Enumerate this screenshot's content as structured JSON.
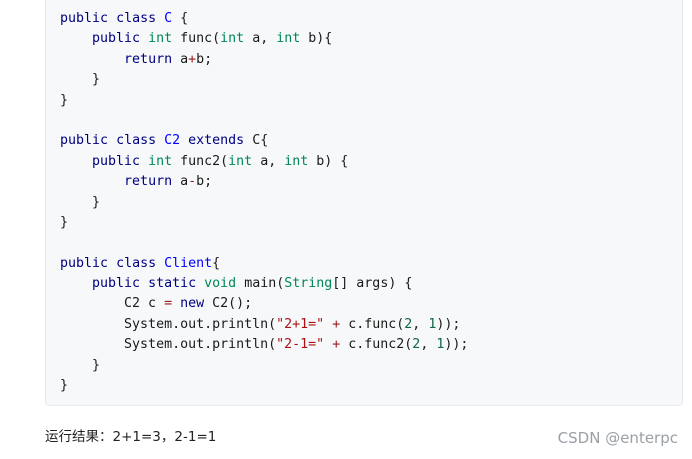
{
  "code_block": {
    "lines": [
      [
        {
          "t": "kw",
          "v": "public"
        },
        {
          "t": "plain",
          "v": " "
        },
        {
          "t": "kw",
          "v": "class"
        },
        {
          "t": "plain",
          "v": " "
        },
        {
          "t": "class",
          "v": "C"
        },
        {
          "t": "plain",
          "v": " {"
        }
      ],
      [
        {
          "t": "plain",
          "v": "    "
        },
        {
          "t": "kw",
          "v": "public"
        },
        {
          "t": "plain",
          "v": " "
        },
        {
          "t": "type",
          "v": "int"
        },
        {
          "t": "plain",
          "v": " func("
        },
        {
          "t": "type",
          "v": "int"
        },
        {
          "t": "plain",
          "v": " a, "
        },
        {
          "t": "type",
          "v": "int"
        },
        {
          "t": "plain",
          "v": " b){"
        }
      ],
      [
        {
          "t": "plain",
          "v": "        "
        },
        {
          "t": "kw",
          "v": "return"
        },
        {
          "t": "plain",
          "v": " a"
        },
        {
          "t": "op",
          "v": "+"
        },
        {
          "t": "plain",
          "v": "b;"
        }
      ],
      [
        {
          "t": "plain",
          "v": "    }"
        }
      ],
      [
        {
          "t": "plain",
          "v": "}"
        }
      ],
      [
        {
          "t": "plain",
          "v": ""
        }
      ],
      [
        {
          "t": "kw",
          "v": "public"
        },
        {
          "t": "plain",
          "v": " "
        },
        {
          "t": "kw",
          "v": "class"
        },
        {
          "t": "plain",
          "v": " "
        },
        {
          "t": "class",
          "v": "C2"
        },
        {
          "t": "plain",
          "v": " "
        },
        {
          "t": "kw",
          "v": "extends"
        },
        {
          "t": "plain",
          "v": " C{"
        }
      ],
      [
        {
          "t": "plain",
          "v": "    "
        },
        {
          "t": "kw",
          "v": "public"
        },
        {
          "t": "plain",
          "v": " "
        },
        {
          "t": "type",
          "v": "int"
        },
        {
          "t": "plain",
          "v": " func2("
        },
        {
          "t": "type",
          "v": "int"
        },
        {
          "t": "plain",
          "v": " a, "
        },
        {
          "t": "type",
          "v": "int"
        },
        {
          "t": "plain",
          "v": " b) {"
        }
      ],
      [
        {
          "t": "plain",
          "v": "        "
        },
        {
          "t": "kw",
          "v": "return"
        },
        {
          "t": "plain",
          "v": " a"
        },
        {
          "t": "op",
          "v": "-"
        },
        {
          "t": "plain",
          "v": "b;"
        }
      ],
      [
        {
          "t": "plain",
          "v": "    }"
        }
      ],
      [
        {
          "t": "plain",
          "v": "}"
        }
      ],
      [
        {
          "t": "plain",
          "v": ""
        }
      ],
      [
        {
          "t": "kw",
          "v": "public"
        },
        {
          "t": "plain",
          "v": " "
        },
        {
          "t": "kw",
          "v": "class"
        },
        {
          "t": "plain",
          "v": " "
        },
        {
          "t": "class",
          "v": "Client"
        },
        {
          "t": "plain",
          "v": "{"
        }
      ],
      [
        {
          "t": "plain",
          "v": "    "
        },
        {
          "t": "kw",
          "v": "public"
        },
        {
          "t": "plain",
          "v": " "
        },
        {
          "t": "kw",
          "v": "static"
        },
        {
          "t": "plain",
          "v": " "
        },
        {
          "t": "type",
          "v": "void"
        },
        {
          "t": "plain",
          "v": " main("
        },
        {
          "t": "type",
          "v": "String"
        },
        {
          "t": "plain",
          "v": "[] args) {"
        }
      ],
      [
        {
          "t": "plain",
          "v": "        C2 c "
        },
        {
          "t": "op",
          "v": "="
        },
        {
          "t": "plain",
          "v": " "
        },
        {
          "t": "kw",
          "v": "new"
        },
        {
          "t": "plain",
          "v": " C2();"
        }
      ],
      [
        {
          "t": "plain",
          "v": "        System.out.println("
        },
        {
          "t": "str",
          "v": "\"2+1=\""
        },
        {
          "t": "plain",
          "v": " "
        },
        {
          "t": "op",
          "v": "+"
        },
        {
          "t": "plain",
          "v": " c.func("
        },
        {
          "t": "num",
          "v": "2"
        },
        {
          "t": "plain",
          "v": ", "
        },
        {
          "t": "num",
          "v": "1"
        },
        {
          "t": "plain",
          "v": "));"
        }
      ],
      [
        {
          "t": "plain",
          "v": "        System.out.println("
        },
        {
          "t": "str",
          "v": "\"2-1=\""
        },
        {
          "t": "plain",
          "v": " "
        },
        {
          "t": "op",
          "v": "+"
        },
        {
          "t": "plain",
          "v": " c.func2("
        },
        {
          "t": "num",
          "v": "2"
        },
        {
          "t": "plain",
          "v": ", "
        },
        {
          "t": "num",
          "v": "1"
        },
        {
          "t": "plain",
          "v": "));"
        }
      ],
      [
        {
          "t": "plain",
          "v": "    }"
        }
      ],
      [
        {
          "t": "plain",
          "v": "}"
        }
      ]
    ]
  },
  "result": {
    "text": "运行结果：2+1=3，2-1=1"
  },
  "watermark": {
    "text": "CSDN @enterpc"
  },
  "colors": {
    "keyword": "#000080",
    "type": "#008855",
    "class_name": "#0000ff",
    "string": "#aa1111",
    "number": "#116644",
    "panel_background": "#f6f8fa"
  }
}
